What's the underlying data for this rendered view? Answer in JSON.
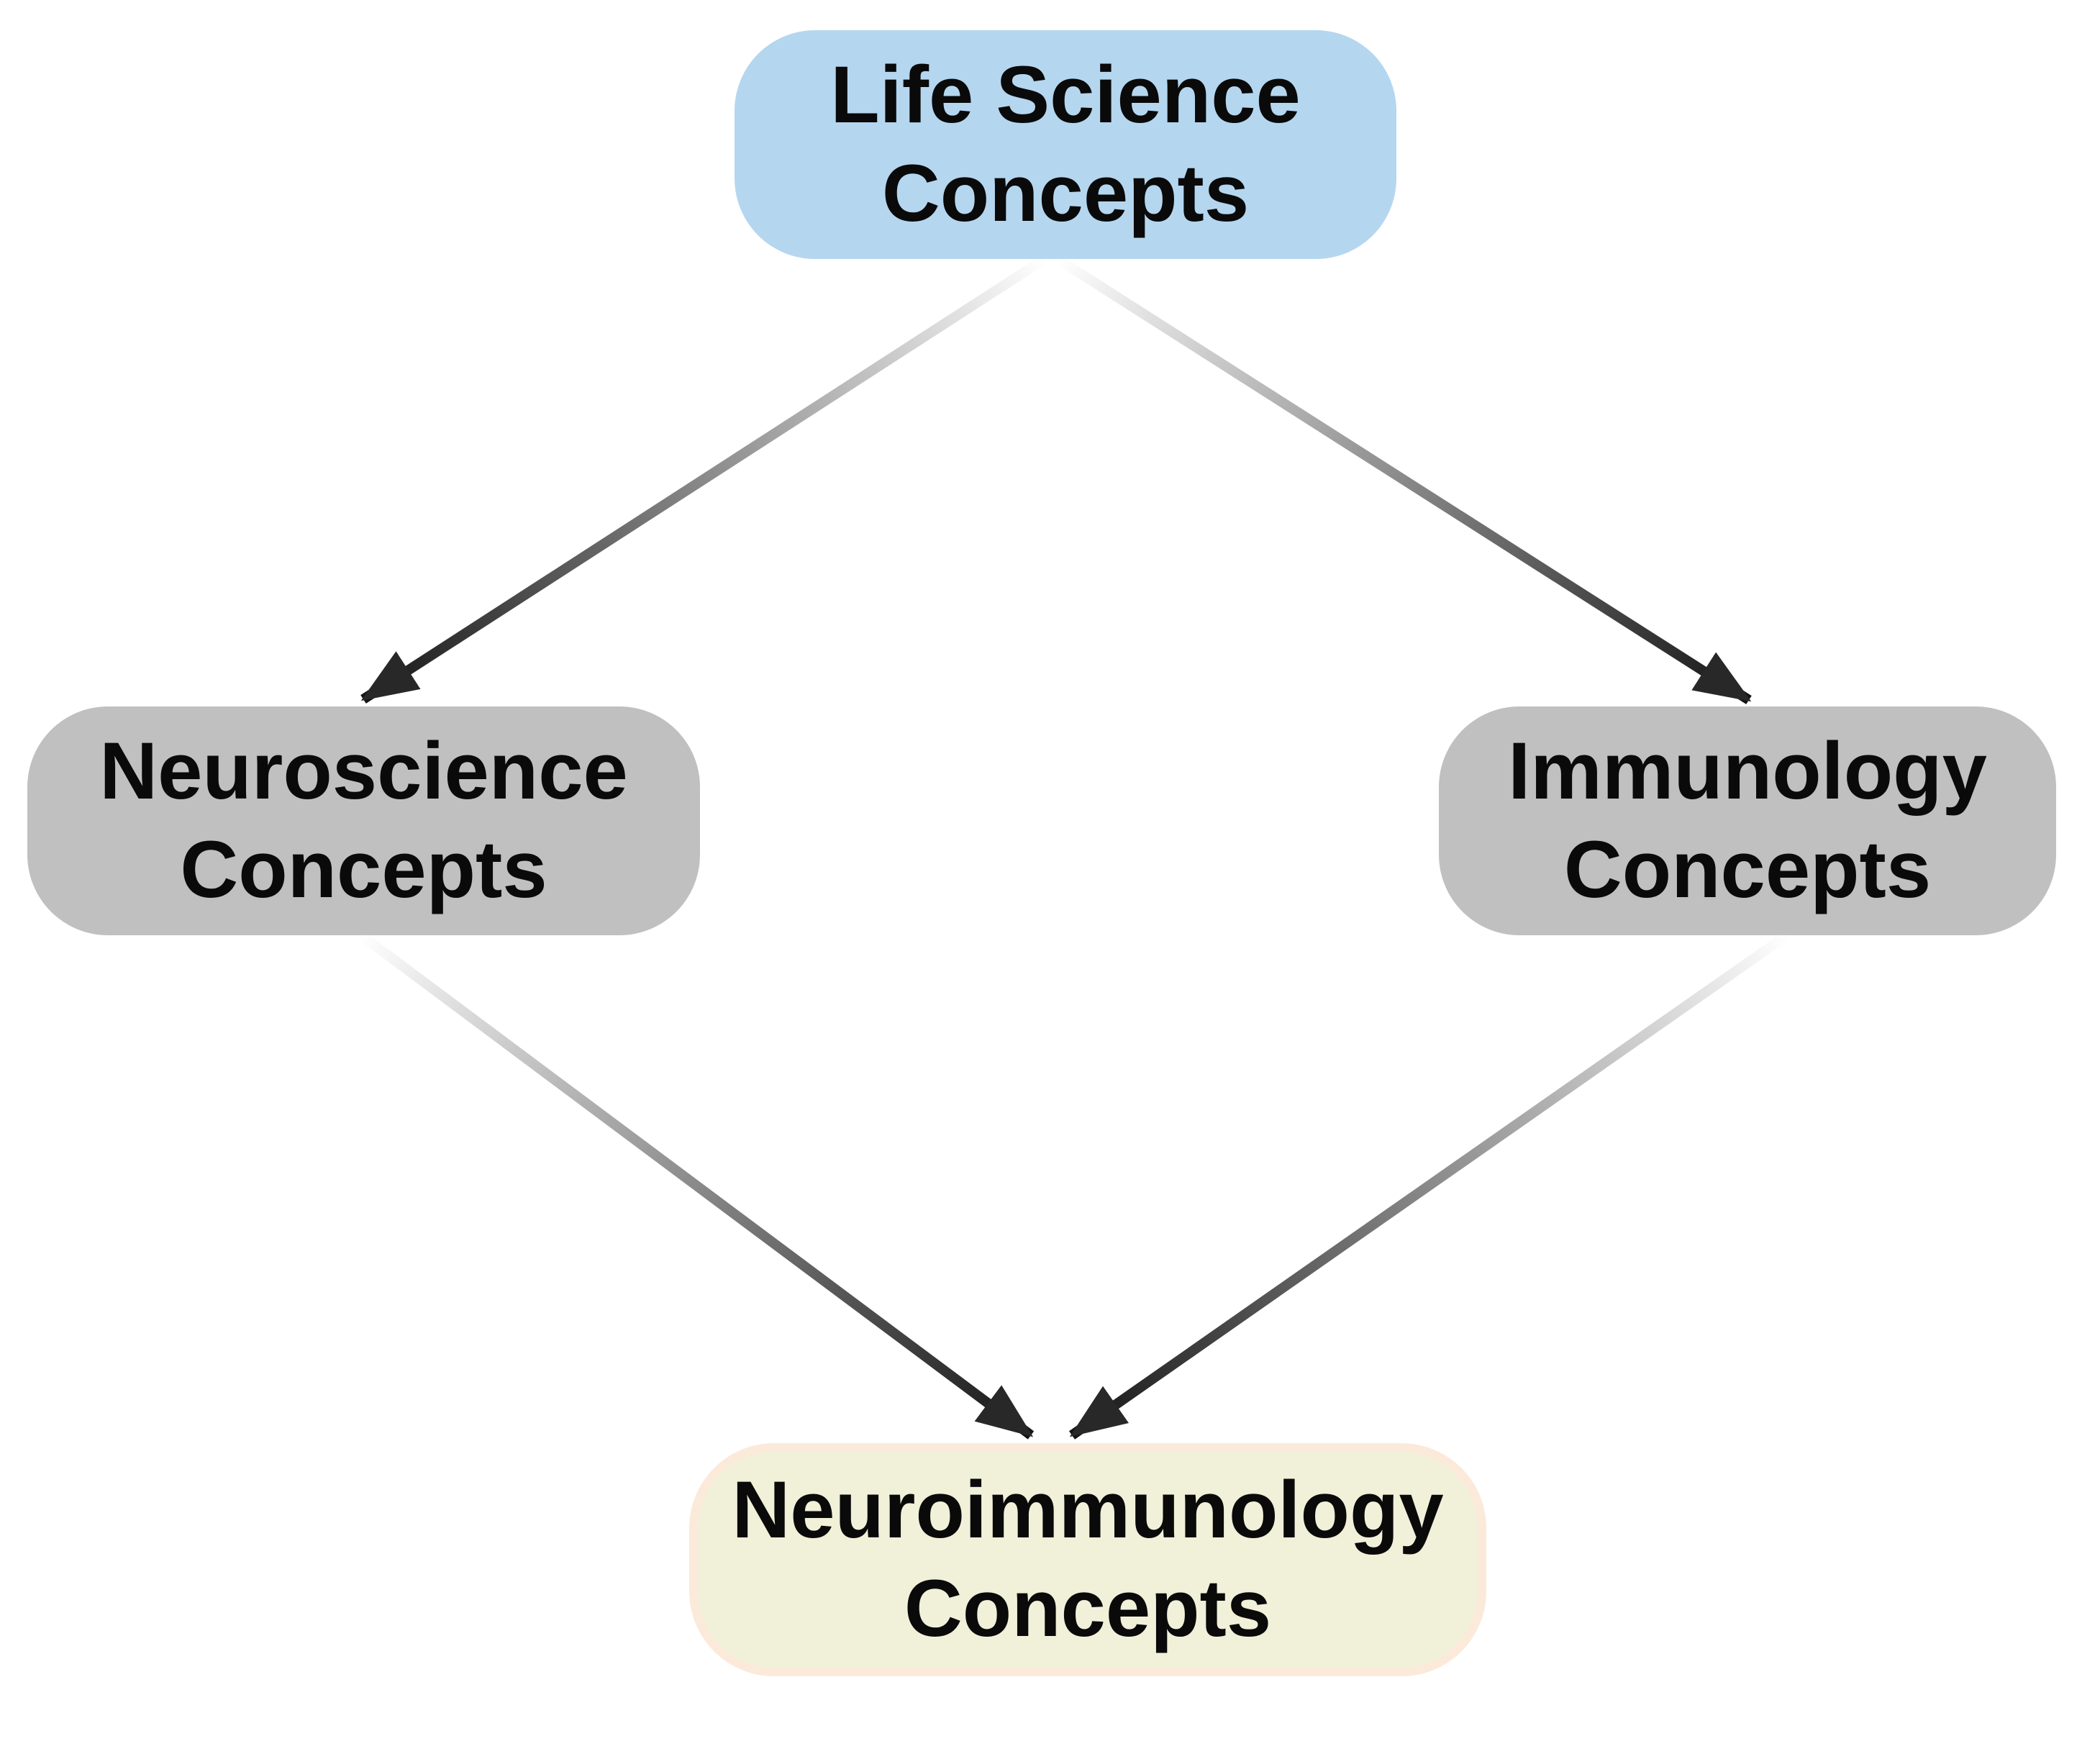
{
  "diagram": {
    "background_color": "#ffffff",
    "arrowhead_color": "#282828",
    "nodes": [
      {
        "id": "life-science-concepts",
        "lines": [
          "Life Science",
          "Concepts"
        ],
        "fill_color": "#b5d6ef",
        "text_color": "#0a0a0a"
      },
      {
        "id": "neuroscience-concepts",
        "lines": [
          "Neuroscience",
          "Concepts"
        ],
        "fill_color": "#c1c0c0",
        "text_color": "#0a0a0a"
      },
      {
        "id": "immunology-concepts",
        "lines": [
          "Immunology",
          "Concepts"
        ],
        "fill_color": "#c1c0c0",
        "text_color": "#0a0a0a"
      },
      {
        "id": "neuroimmunology-concepts",
        "lines": [
          "Neuroimmunology",
          "Concepts"
        ],
        "fill_color": "#f1f0d9",
        "border_color": "#fbeada",
        "text_color": "#0a0a0a"
      }
    ],
    "edges": [
      {
        "from": "life-science-concepts",
        "to": "neuroscience-concepts",
        "style": "gradient-fade",
        "start_color": "#ffffff",
        "end_color": "#141414"
      },
      {
        "from": "life-science-concepts",
        "to": "immunology-concepts",
        "style": "gradient-fade",
        "start_color": "#ffffff",
        "end_color": "#141414"
      },
      {
        "from": "neuroscience-concepts",
        "to": "neuroimmunology-concepts",
        "style": "gradient-fade",
        "start_color": "#ffffff",
        "end_color": "#141414"
      },
      {
        "from": "immunology-concepts",
        "to": "neuroimmunology-concepts",
        "style": "gradient-fade",
        "start_color": "#ffffff",
        "end_color": "#141414"
      }
    ]
  }
}
